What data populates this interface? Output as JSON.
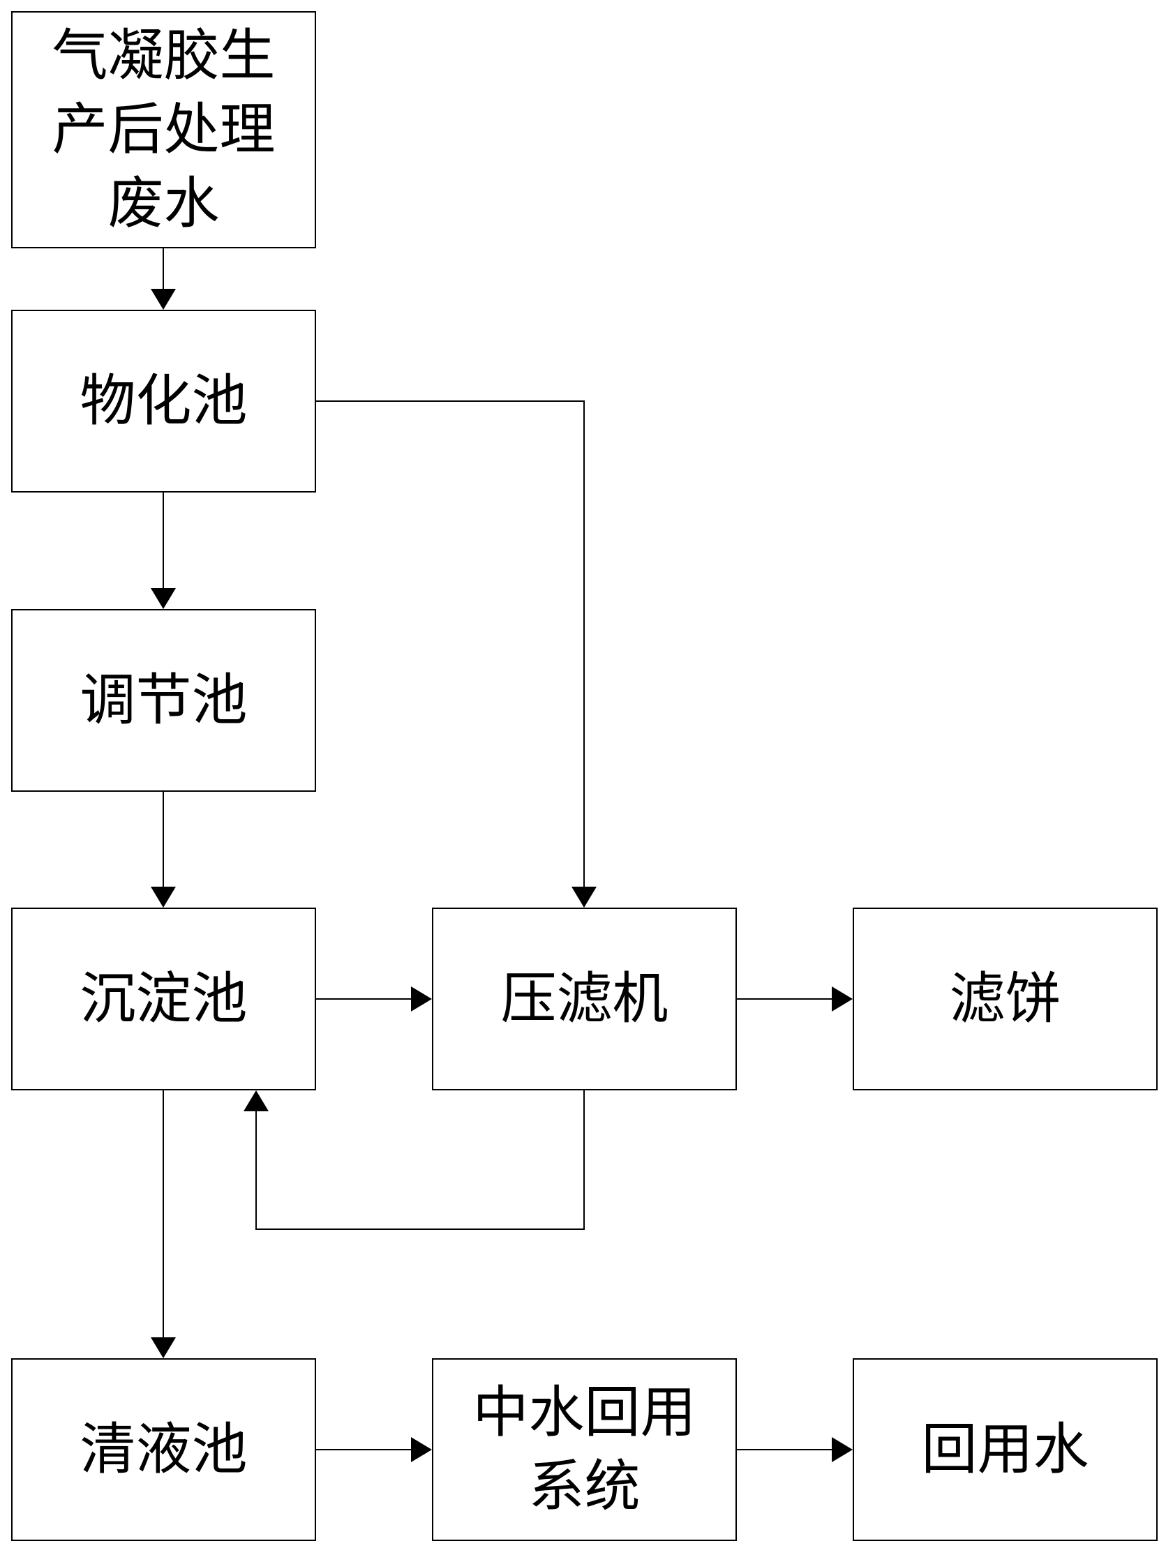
{
  "nodes": {
    "wastewater": "气凝胶生\n产后处理\n废水",
    "physchem_tank": "物化池",
    "regulating_tank": "调节池",
    "sedimentation_tank": "沉淀池",
    "filter_press": "压滤机",
    "filter_cake": "滤饼",
    "clear_liquid_tank": "清液池",
    "reclaimed_water_system": "中水回用\n系统",
    "reused_water": "回用水"
  },
  "edges": [
    {
      "from": "wastewater",
      "to": "physchem_tank"
    },
    {
      "from": "physchem_tank",
      "to": "regulating_tank"
    },
    {
      "from": "physchem_tank",
      "to": "filter_press"
    },
    {
      "from": "regulating_tank",
      "to": "sedimentation_tank"
    },
    {
      "from": "sedimentation_tank",
      "to": "filter_press"
    },
    {
      "from": "filter_press",
      "to": "filter_cake"
    },
    {
      "from": "filter_press",
      "to": "sedimentation_tank"
    },
    {
      "from": "sedimentation_tank",
      "to": "clear_liquid_tank"
    },
    {
      "from": "clear_liquid_tank",
      "to": "reclaimed_water_system"
    },
    {
      "from": "reclaimed_water_system",
      "to": "reused_water"
    }
  ],
  "colors": {
    "line": "#000000",
    "box_border": "#000000",
    "background": "#ffffff"
  }
}
